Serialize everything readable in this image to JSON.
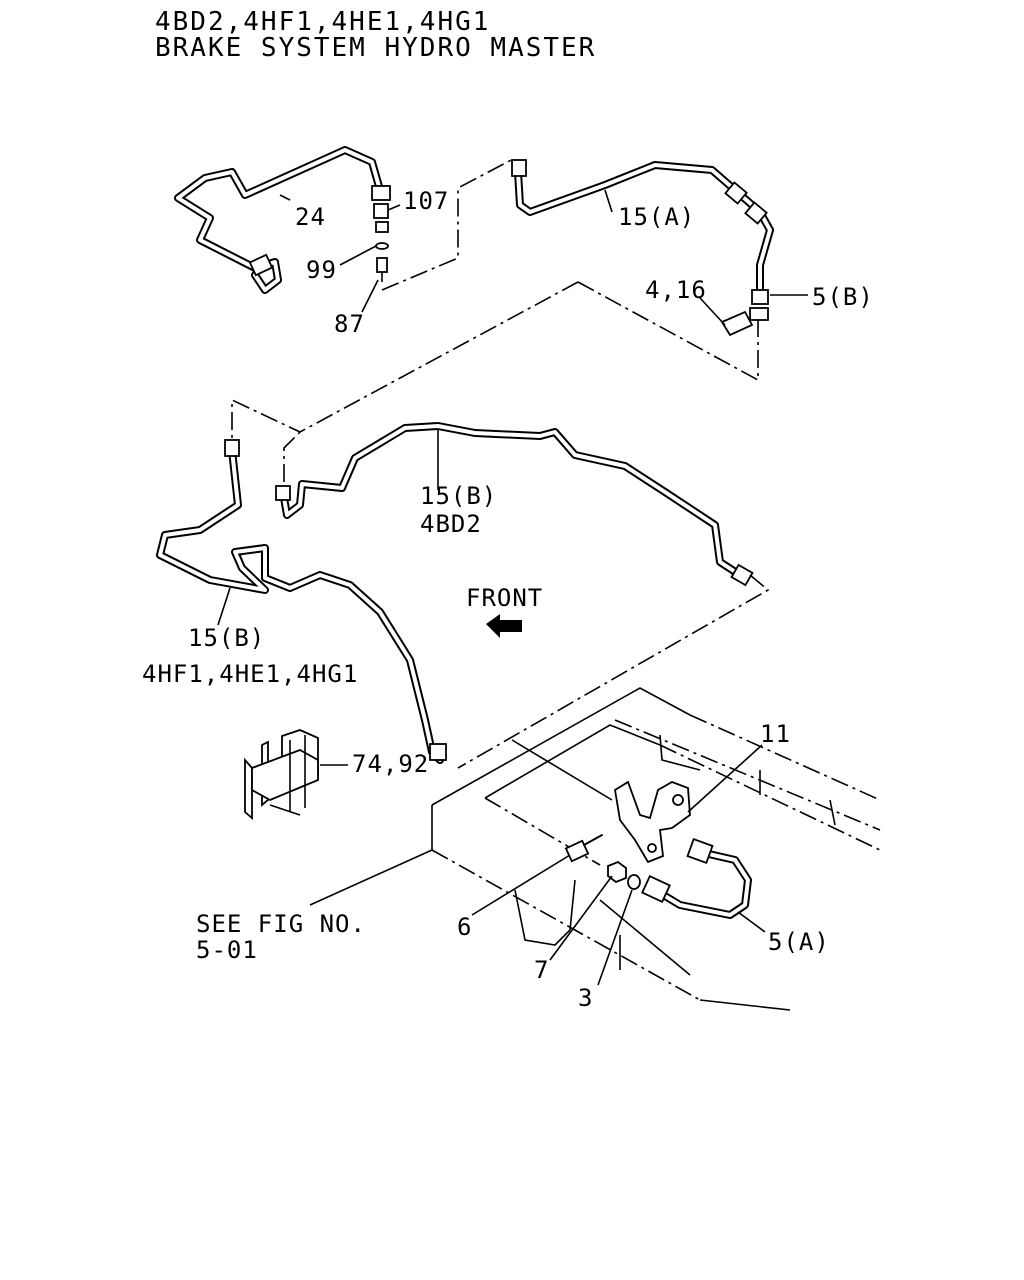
{
  "header": {
    "line1": "4BD2,4HF1,4HE1,4HG1",
    "line2": "BRAKE SYSTEM HYDRO MASTER"
  },
  "callouts": {
    "p24": "24",
    "p107": "107",
    "p99": "99",
    "p87": "87",
    "p15a": "15(A)",
    "p416": "4,16",
    "p5b": "5(B)",
    "p15b_top": "15(B)",
    "p4bd2": "4BD2",
    "p15b_left": "15(B)",
    "pengines": "4HF1,4HE1,4HG1",
    "front": "FRONT",
    "p7492": "74,92",
    "p11": "11",
    "p6": "6",
    "p7": "7",
    "p3": "3",
    "p5a": "5(A)",
    "see1": "SEE FIG NO.",
    "see2": "5-01"
  },
  "icons": [
    "front-arrow-icon"
  ]
}
